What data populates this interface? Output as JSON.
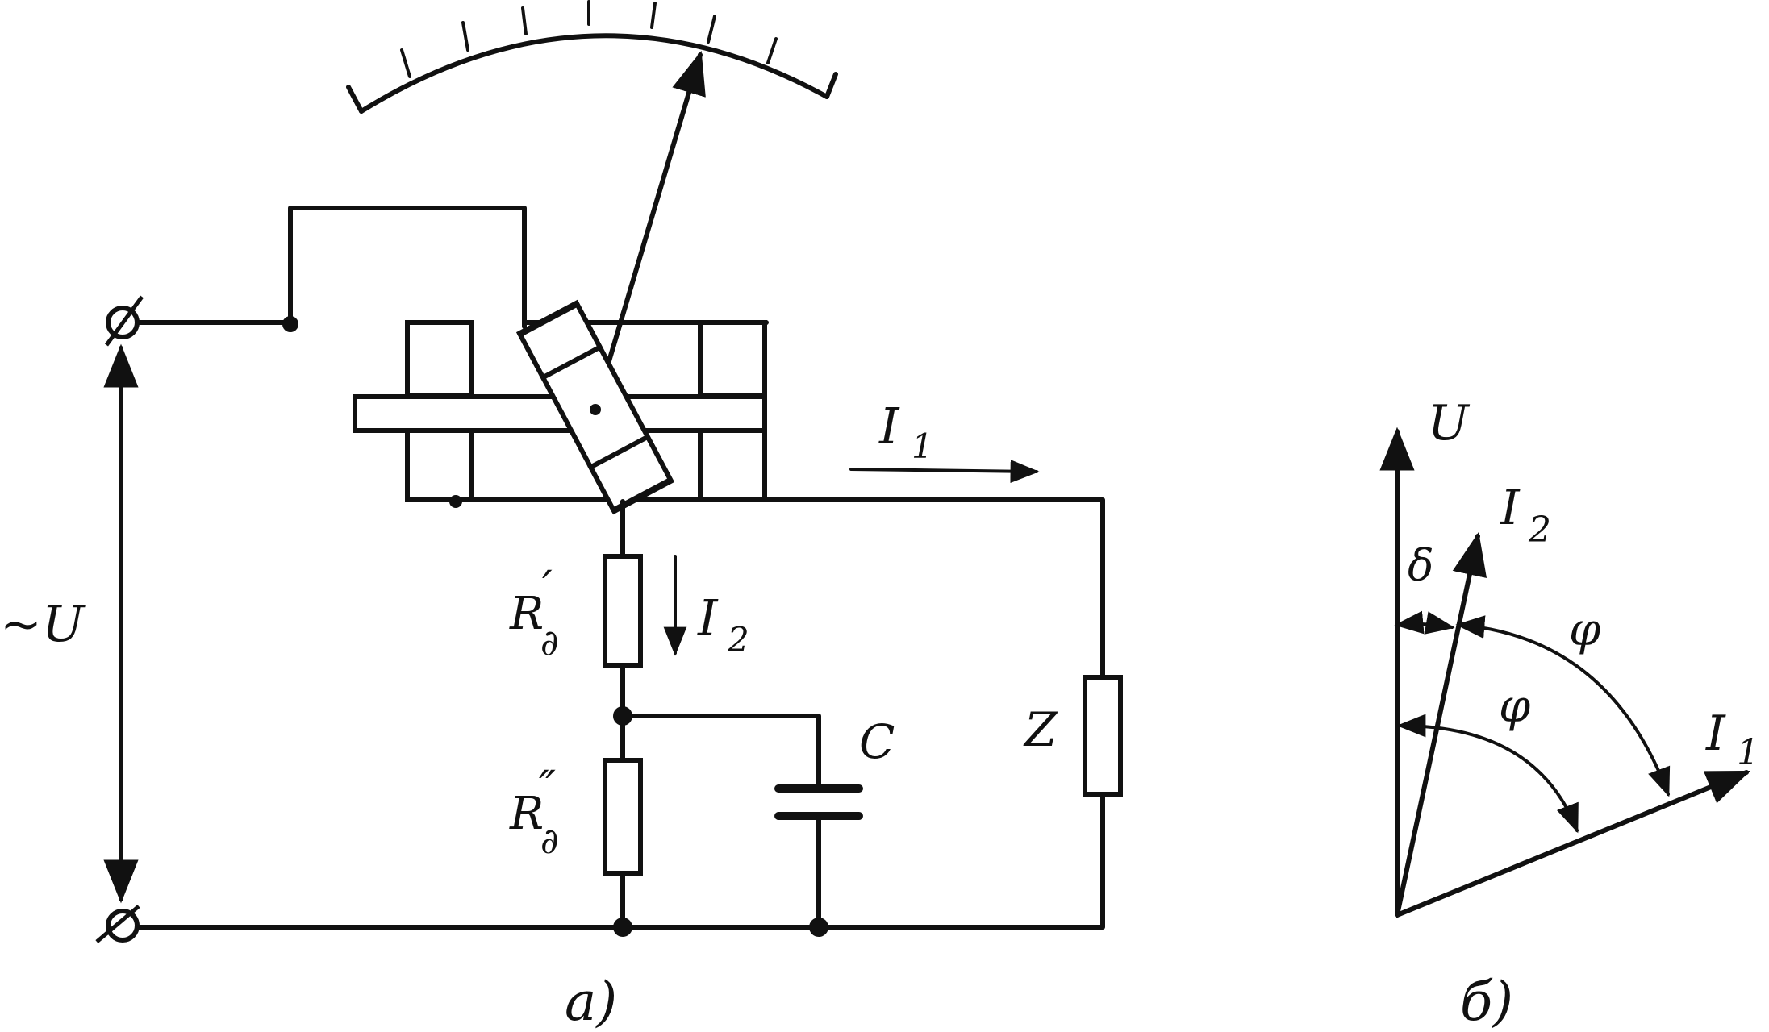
{
  "figure": {
    "labels": {
      "source_voltage": "~U",
      "current_i1": "I",
      "current_i1_sub": "1",
      "current_i2": "I",
      "current_i2_sub": "2",
      "resistor_r1": "R",
      "resistor_r1_sub": "∂",
      "resistor_r1_prime": "′",
      "resistor_r2": "R",
      "resistor_r2_sub": "∂",
      "resistor_r2_prime": "″",
      "capacitor": "C",
      "load": "Z",
      "caption_a": "а)",
      "vector_u": "U",
      "vector_i2": "I",
      "vector_i2_sub": "2",
      "vector_i1": "I",
      "vector_i1_sub": "1",
      "angle_delta": "δ",
      "angle_phi_outer": "φ",
      "angle_phi_inner": "φ",
      "caption_b": "б)"
    }
  }
}
